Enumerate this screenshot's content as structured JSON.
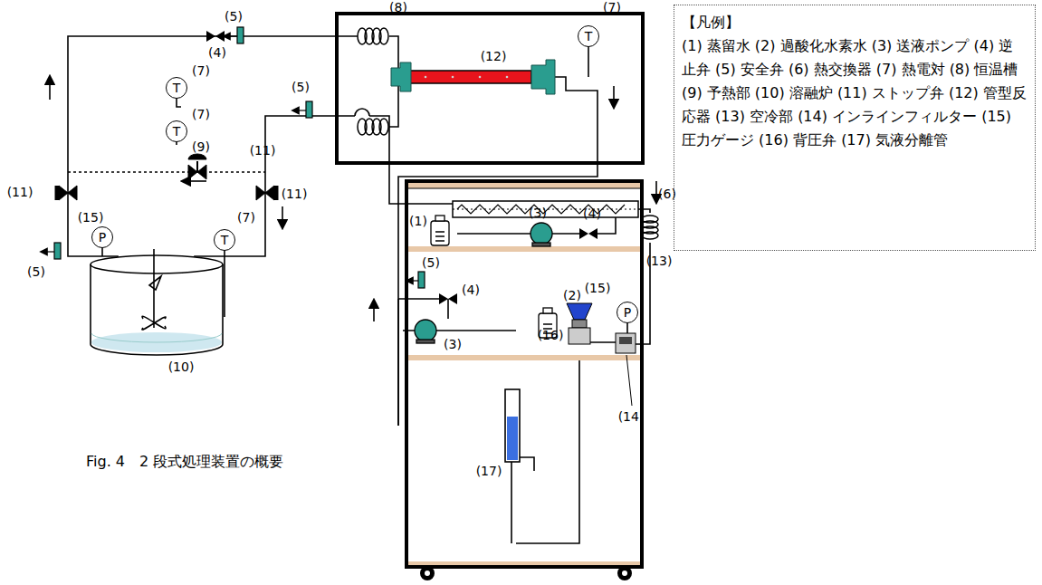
{
  "diagram": {
    "caption": "Fig. 4　2 段式処理装置の概要",
    "nodes": [
      {
        "text": [
          "【凡例】",
          "(1) 蒸留水",
          "(2) 過酸化水素水",
          "(3) 送液ポンプ",
          "(4) 逆止弁",
          "(5) 安全弁",
          "(6) 熱交換器",
          "(7) 熱電対",
          "(8) 恒温槽",
          "(9) 予熱部",
          "(10) 溶融炉",
          "(11) ストップ弁",
          "(12) 管型反応器",
          "(13) 空冷部",
          "(14) インラインフィルター",
          "(15) 圧力ゲージ",
          "(16) 背圧弁",
          "(17) 気液分離管"
        ]
      },
      {
        "text": [
          "T"
        ]
      },
      {
        "text": [
          "T"
        ]
      },
      {
        "text": [
          "T"
        ]
      },
      {
        "text": [
          "T"
        ]
      },
      {
        "text": [
          "P"
        ]
      },
      {
        "text": [
          "P"
        ]
      }
    ],
    "labels": [
      "(5)",
      "(8)",
      "(7)",
      "(7)",
      "(4)",
      "(12)",
      "(7)",
      "(9)",
      "(6)",
      "(5)",
      "(11)",
      "(11)",
      "(11)",
      "(15)",
      "(7)",
      "(5)",
      "(1)",
      "(3)",
      "(4)",
      "(13)",
      "(5)",
      "(15)",
      "(4)",
      "(2)",
      "(16)",
      "(3)",
      "(10)",
      "(14)",
      "(17)"
    ]
  }
}
